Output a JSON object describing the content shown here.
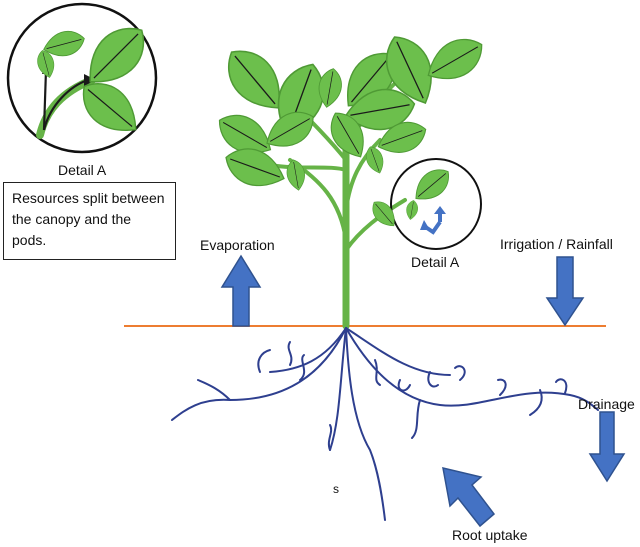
{
  "labels": {
    "detail_top": "Detail A",
    "detail_mid": "Detail A",
    "note": "Resources split between the canopy and the pods.",
    "evaporation": "Evaporation",
    "irrigation": "Irrigation / Rainfall",
    "drainage": "Drainage",
    "root_uptake": "Root uptake",
    "root_mark": "s"
  },
  "colors": {
    "leaf": "#6cbf4c",
    "leaf_dark": "#4f9a35",
    "stem": "#66b347",
    "arrow": "#4472c4",
    "arrow_edge": "#2f528f",
    "ground": "#ed7d31",
    "root": "#2e3f8f"
  }
}
